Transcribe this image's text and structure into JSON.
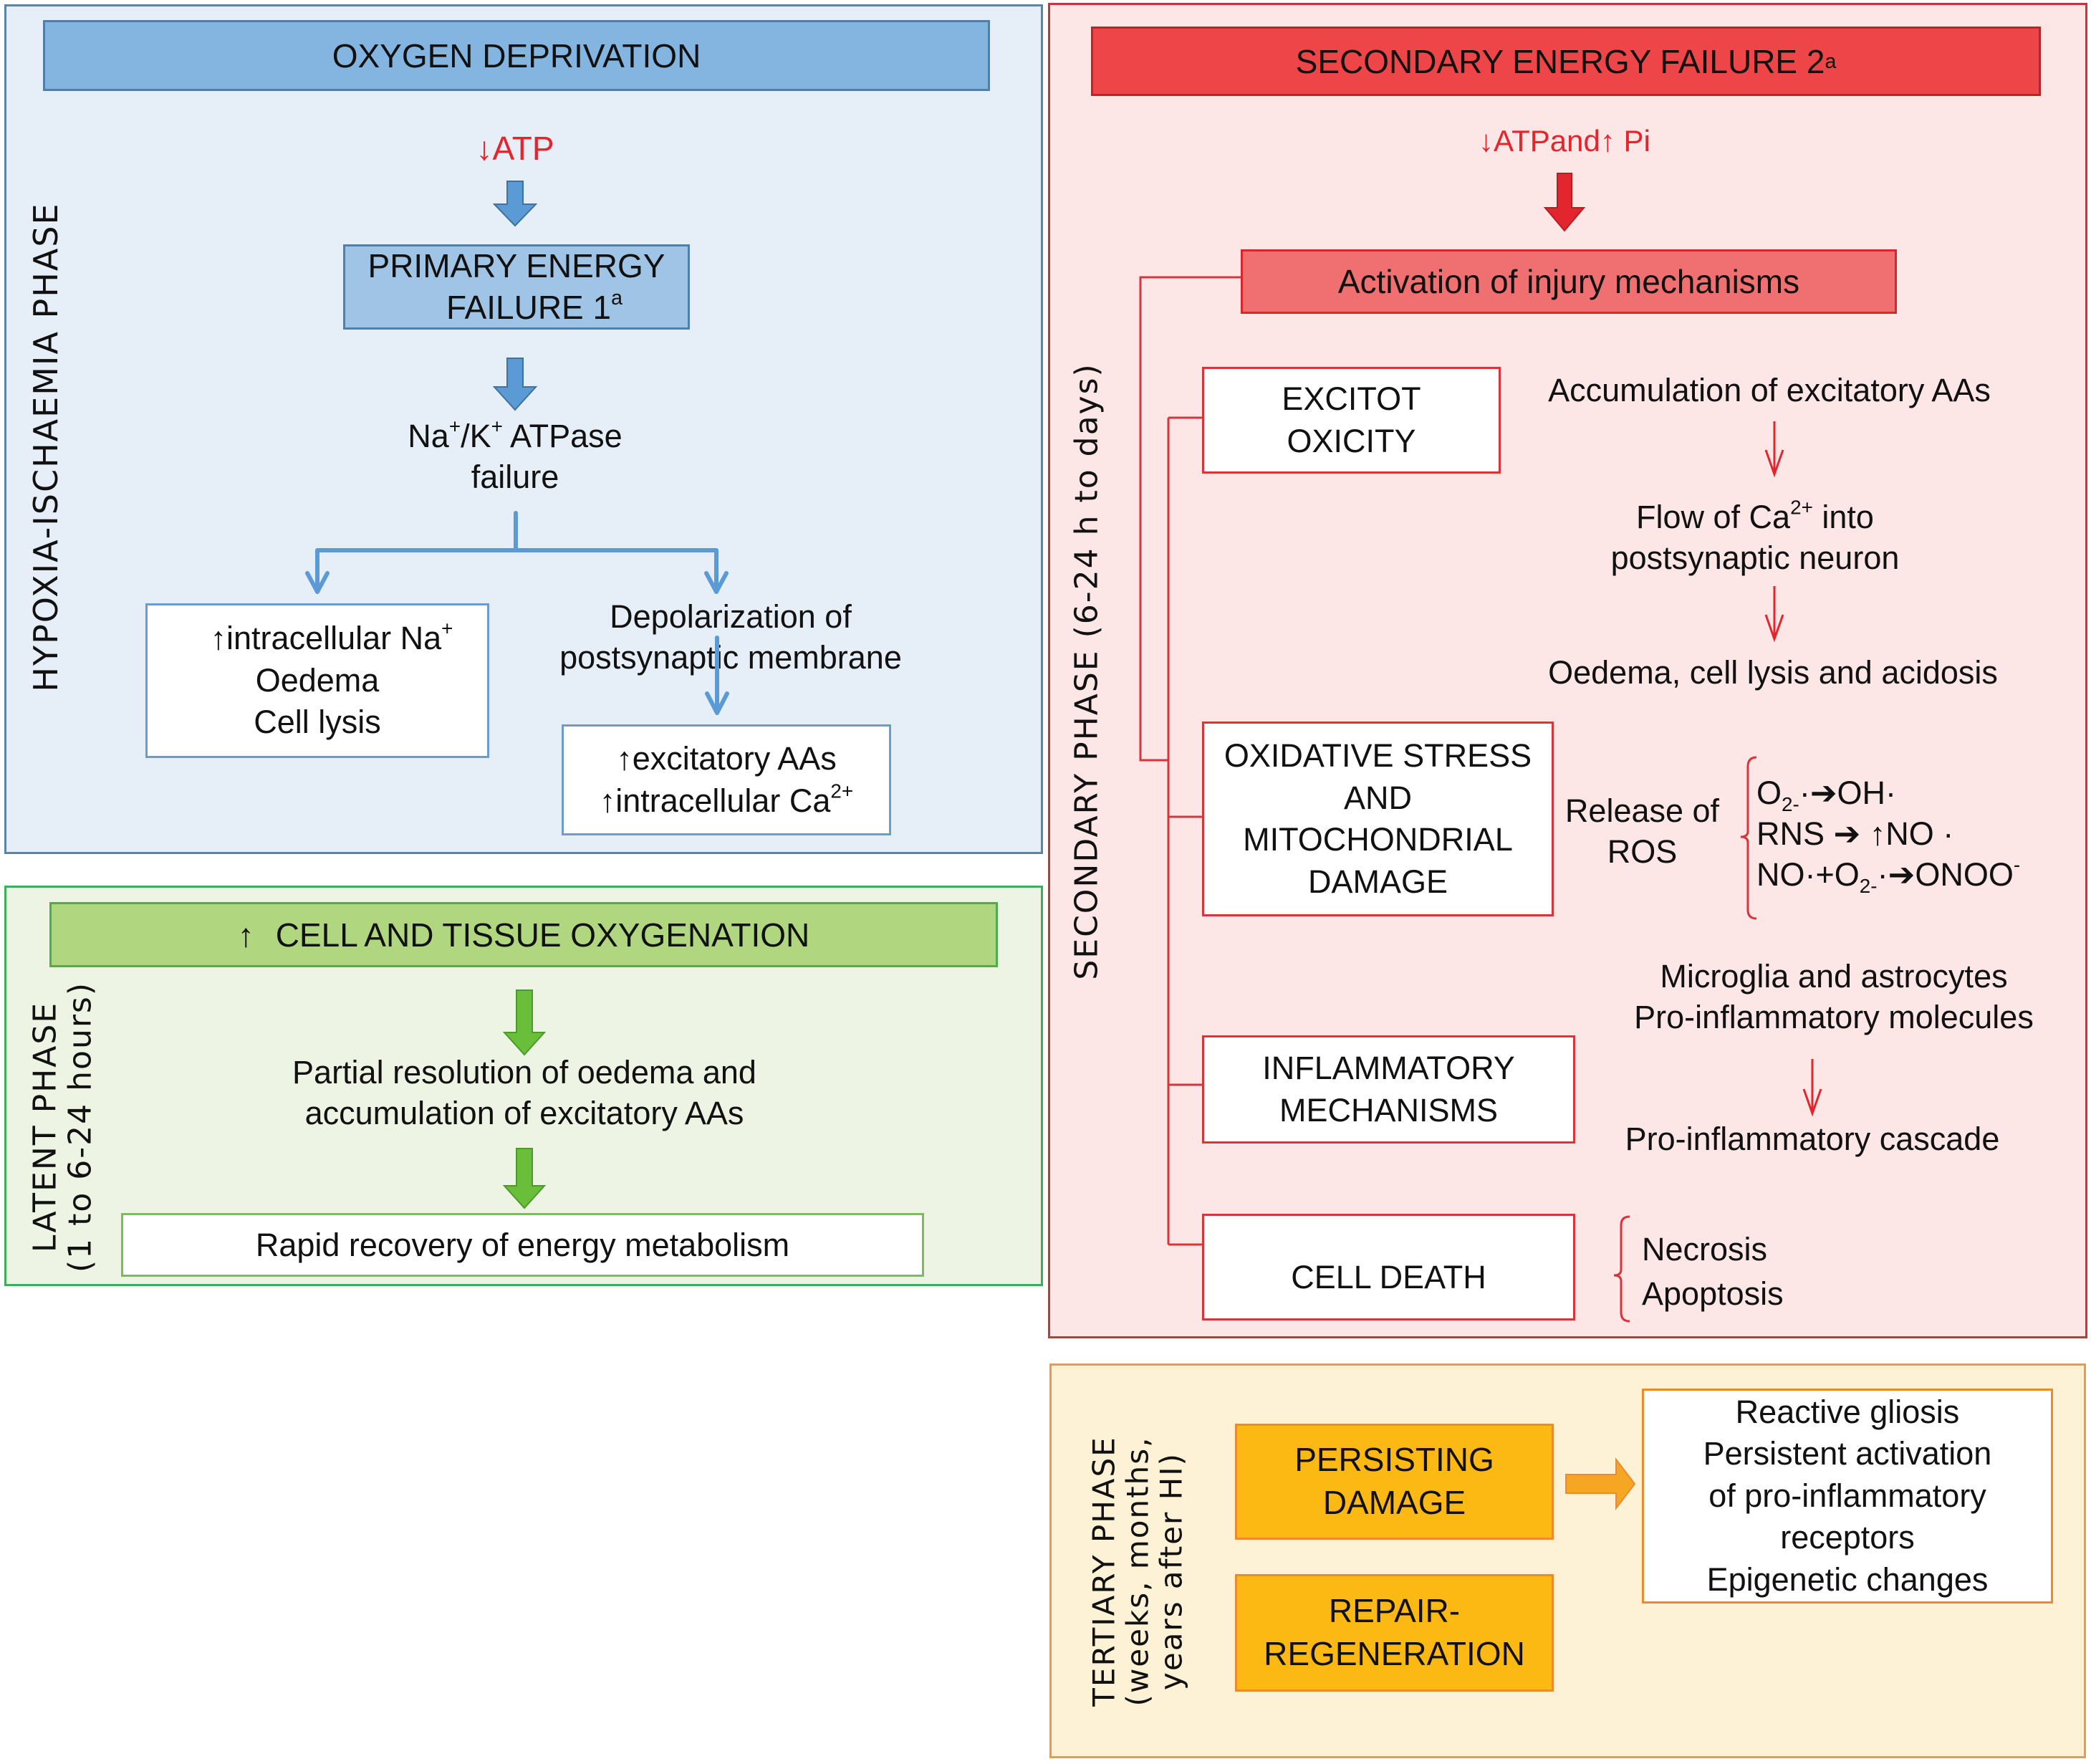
{
  "colors": {
    "hypoxia_panel": "#e6eef7",
    "hypoxia_header": "#84b4e0",
    "hypoxia_arrow": "#5b9bd5",
    "latent_panel": "#eef4e4",
    "latent_header": "#b0d67f",
    "latent_arrow": "#6abf3a",
    "secondary_panel": "#fce6e6",
    "secondary_header": "#ee4648",
    "secondary_accent": "#e3262e",
    "tertiary_panel": "#fdf2d6",
    "tertiary_box": "#fdb913",
    "tertiary_arrow": "#f5a623"
  },
  "hypoxia": {
    "side_label": "HYPOXIA-ISCHAEMIA PHASE",
    "header": "OXYGEN DEPRIVATION",
    "atp_arrow": "↓",
    "atp_label": "ATP",
    "primary_line1": "PRIMARY ENERGY",
    "primary_line2": "FAILURE 1",
    "primary_sup": "a",
    "pump_na": "Na",
    "pump_plus1": "+",
    "pump_sep": "/K",
    "pump_plus2": "+",
    "pump_rest": " ATPase",
    "pump_line2": "failure",
    "left_box": {
      "line1_arrow": "↑",
      "line1": "intracellular Na",
      "line1_sup": "+",
      "line2": "Oedema",
      "line3": "Cell lysis"
    },
    "depol_line1": "Depolarization of",
    "depol_line2": "postsynaptic membrane",
    "right_box": {
      "line1_arrow": "↑",
      "line1": "excitatory AAs",
      "line2_arrow": "↑",
      "line2": "intracellular Ca",
      "line2_sup": "2+"
    }
  },
  "latent": {
    "side_label_line1": "LATENT PHASE",
    "side_label_line2": "(1 to 6-24 hours)",
    "header_arrow": "↑",
    "header": "CELL AND TISSUE OXYGENATION",
    "middle_line1": "Partial resolution of oedema and",
    "middle_line2": "accumulation of excitatory AAs",
    "bottom_box": "Rapid recovery of energy metabolism"
  },
  "secondary": {
    "side_label": "SECONDARY PHASE (6-24 h to days)",
    "header": "SECONDARY ENERGY FAILURE 2",
    "header_sup": "a",
    "trigger_down": "↓",
    "trigger_atp": "ATPand",
    "trigger_up": "↑",
    "trigger_pi": " Pi",
    "activation": "Activation of injury mechanisms",
    "excitotoxicity": {
      "box_line1": "EXCITOT",
      "box_line2": "OXICITY",
      "step1": "Accumulation of excitatory AAs",
      "step2_a": "Flow of Ca",
      "step2_sup": "2+",
      "step2_b": " into",
      "step2_line2": "postsynaptic neuron",
      "step3": "Oedema, cell lysis and acidosis"
    },
    "oxidative": {
      "box_lines": [
        "OXIDATIVE STRESS",
        "AND",
        "MITOCHONDRIAL",
        "DAMAGE"
      ],
      "release_line1": "Release of",
      "release_line2": "ROS",
      "reactions": {
        "r1_o": "O",
        "r1_sub": "2-",
        "r1_dot": "·",
        "r1_arrow": "➔",
        "r1_prod": "OH·",
        "r2_lhs": "RNS ",
        "r2_arrow": "➔",
        "r2_up": " ↑",
        "r2_prod": "NO ·",
        "r3_lhs": "NO·+O",
        "r3_sub": "2-",
        "r3_dot": "·",
        "r3_arrow": "➔",
        "r3_prod": "ONOO",
        "r3_sup": "-"
      }
    },
    "inflammatory": {
      "box_line1": "INFLAMMATORY",
      "box_line2": "MECHANISMS",
      "cause_line1": "Microglia and astrocytes",
      "cause_line2": "Pro-inflammatory molecules",
      "result": "Pro-inflammatory cascade"
    },
    "cell_death": {
      "box": "CELL DEATH",
      "types": [
        "Necrosis",
        "Apoptosis"
      ]
    }
  },
  "tertiary": {
    "side_label_line1": "TERTIARY PHASE",
    "side_label_line2": "(weeks, months,",
    "side_label_line3": "years after HI)",
    "persisting_line1": "PERSISTING",
    "persisting_line2": "DAMAGE",
    "repair_line1": "REPAIR-",
    "repair_line2": "REGENERATION",
    "outcomes": [
      "Reactive gliosis",
      "Persistent activation",
      "of pro-inflammatory",
      "receptors",
      "Epigenetic changes"
    ]
  }
}
